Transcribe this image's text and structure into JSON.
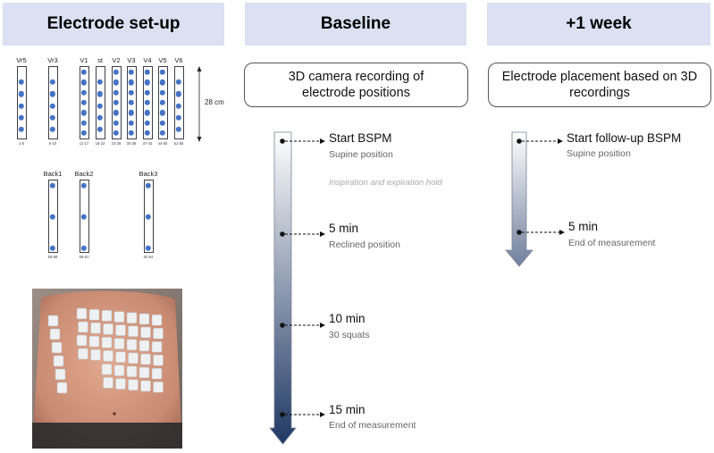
{
  "headers": {
    "setup": "Electrode set-up",
    "baseline": "Baseline",
    "week": "+1 week"
  },
  "boxes": {
    "baseline": "3D camera recording of electrode positions",
    "week": "Electrode placement based on 3D recordings"
  },
  "setup": {
    "measure_label": "28 cm",
    "front_strips": [
      {
        "label": "Vr5",
        "range": "1-5",
        "dots": 5
      },
      {
        "label": "Vr3",
        "range": "6-10",
        "dots": 5
      },
      {
        "label": "V1",
        "range": "11-17",
        "dots": 7
      },
      {
        "label": "st",
        "range": "18-22",
        "dots": 5
      },
      {
        "label": "V2",
        "range": "23-29",
        "dots": 7
      },
      {
        "label": "V3",
        "range": "30-36",
        "dots": 7
      },
      {
        "label": "V4",
        "range": "37-43",
        "dots": 7
      },
      {
        "label": "V5",
        "range": "44-50",
        "dots": 7
      },
      {
        "label": "V6",
        "range": "51-55",
        "dots": 5
      }
    ],
    "back_strips": [
      {
        "label": "Back1",
        "range": "56-58",
        "dots": 3
      },
      {
        "label": "Back2",
        "range": "59-61",
        "dots": 3
      },
      {
        "label": "Back3",
        "range": "62-64",
        "dots": 3
      }
    ]
  },
  "baseline_events": [
    {
      "title": "Start BSPM",
      "sub": "Supine position"
    },
    {
      "title": "5 min",
      "sub": "Reclined position"
    },
    {
      "title": "10 min",
      "sub": "30 squats"
    },
    {
      "title": "15 min",
      "sub": "End of measurement"
    }
  ],
  "baseline_note": "Inspiration and expiration hold",
  "week_events": [
    {
      "title": "Start follow-up BSPM",
      "sub": "Supine position"
    },
    {
      "title": "5 min",
      "sub": "End of measurement"
    }
  ],
  "colors": {
    "header_bg": "#dbe1f3",
    "electrode_dot": "#4472c4",
    "arrow_top": "#ffffff",
    "arrow_bottom": "#1f3864",
    "arrow_bottom_short": "#6f7f9e"
  }
}
